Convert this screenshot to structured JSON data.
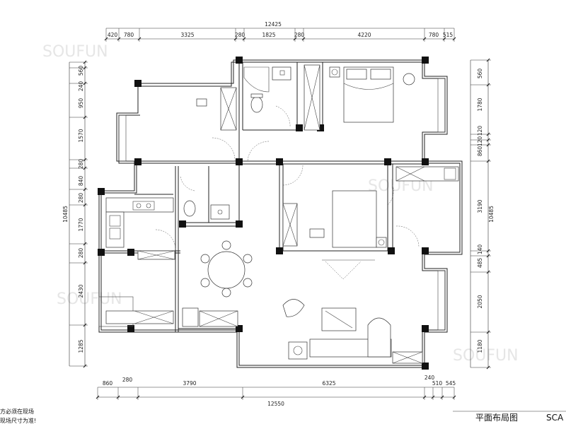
{
  "dimensions": {
    "top_total": "12425",
    "top": [
      "420",
      "780",
      "3325",
      "280",
      "1825",
      "280",
      "4220",
      "780",
      "515"
    ],
    "bottom": [
      "860",
      "280",
      "3790",
      "6325",
      "240",
      "510",
      "545"
    ],
    "bottom_total": "12550",
    "left": [
      "240",
      "560",
      "950",
      "1570",
      "280",
      "840",
      "280",
      "1770",
      "280",
      "2430",
      "1285"
    ],
    "left_total": "10485",
    "right": [
      "560",
      "1780",
      "120",
      "120",
      "860",
      "3190",
      "140",
      "485",
      "2050",
      "1180"
    ],
    "right_total": "10485"
  },
  "labels": {
    "title": "平面布局图",
    "title_code": "SCA",
    "note_line1": "方必须在现场",
    "note_line2": "现场尺寸为准!"
  },
  "watermark": "SOUFUN"
}
